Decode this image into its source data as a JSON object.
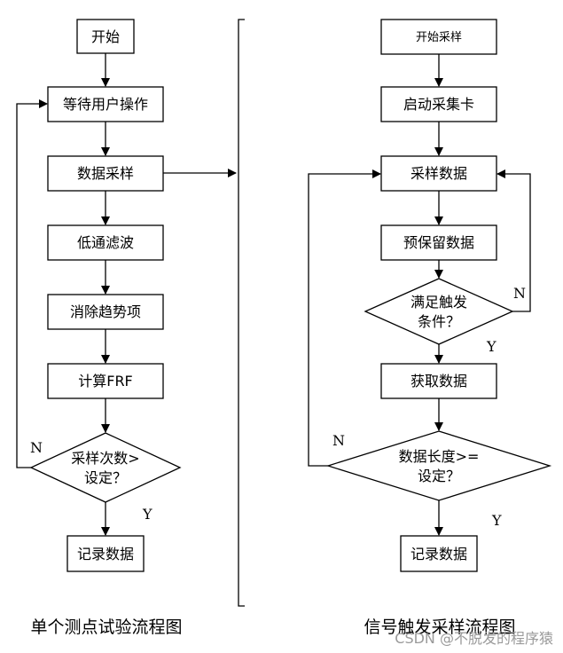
{
  "left_flow": {
    "start": "开始",
    "wait": "等待用户操作",
    "sample": "数据采样",
    "lowpass": "低通滤波",
    "detrend": "消除趋势项",
    "frf": "计算FRF",
    "decision_line1": "采样次数>",
    "decision_line2": "设定？",
    "no_label": "N",
    "yes_label": "Y",
    "record": "记录数据",
    "caption": "单个测点试验流程图"
  },
  "right_flow": {
    "start": "开始采样",
    "start_card": "启动采集卡",
    "sample": "采样数据",
    "pre_keep": "预保留数据",
    "trigger_line1": "满足触发",
    "trigger_line2": "条件？",
    "trigger_no": "N",
    "trigger_yes": "Y",
    "acquire": "获取数据",
    "length_line1": "数据长度>=",
    "length_line2": "设定？",
    "length_no": "N",
    "length_yes": "Y",
    "record": "记录数据",
    "caption": "信号触发采样流程图"
  },
  "watermark": "CSDN @不脱发的程序猿"
}
